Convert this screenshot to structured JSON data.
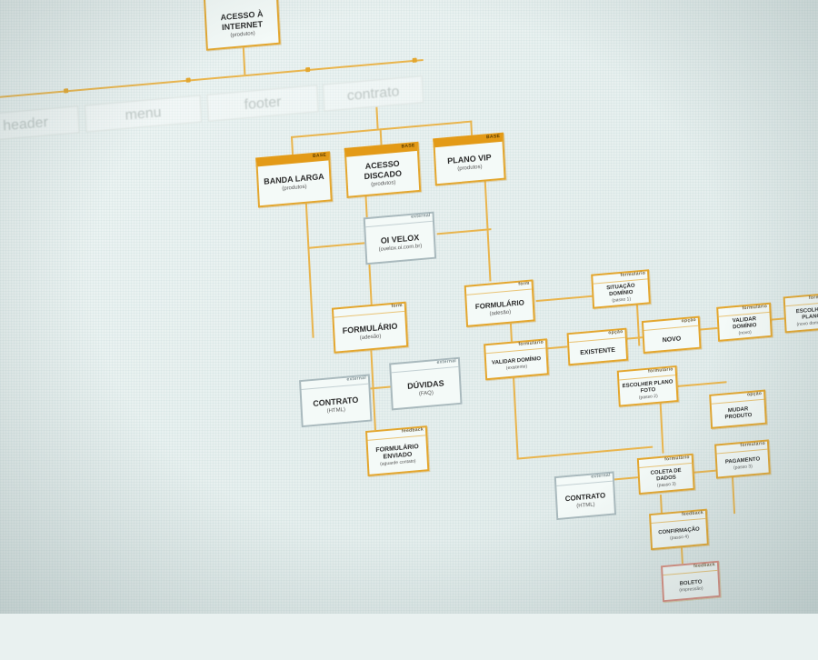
{
  "nav": [
    "header",
    "menu",
    "footer",
    "contrato"
  ],
  "nodes": {
    "acesso_internet": {
      "title": "ACESSO À INTERNET",
      "sub": "(produtos)"
    },
    "banda_larga": {
      "tag": "BASE",
      "title": "BANDA LARGA",
      "sub": "(produtos)"
    },
    "acesso_discado": {
      "tag": "BASE",
      "title": "ACESSO DISCADO",
      "sub": "(produtos)"
    },
    "plano_vip": {
      "tag": "BASE",
      "title": "PLANO VIP",
      "sub": "(produtos)"
    },
    "oi_velox": {
      "tag": "external",
      "title": "OI VELOX",
      "sub": "(ovelox.oi.com.br)"
    },
    "formulario_1": {
      "tag": "form",
      "title": "FORMULÁRIO",
      "sub": "(adesão)"
    },
    "formulario_2": {
      "tag": "form",
      "title": "FORMULÁRIO",
      "sub": "(adesão)"
    },
    "contrato_1": {
      "tag": "external",
      "title": "CONTRATO",
      "sub": "(HTML)"
    },
    "duvidas": {
      "tag": "external",
      "title": "DÚVIDAS",
      "sub": "(FAQ)"
    },
    "formulario_enviado": {
      "tag": "feedback",
      "title": "FORMULÁRIO ENVIADO",
      "sub": "(aguarde contato)"
    },
    "situacao_dominio": {
      "tag": "formulário",
      "title": "SITUAÇÃO DOMÍNIO",
      "sub": "(passo 1)"
    },
    "validar_dominio_1": {
      "tag": "formulário",
      "title": "VALIDAR DOMÍNIO",
      "sub": "(existente)"
    },
    "existente": {
      "tag": "opção",
      "title": "EXISTENTE",
      "sub": ""
    },
    "novo": {
      "tag": "opção",
      "title": "NOVO",
      "sub": ""
    },
    "validar_dominio_2": {
      "tag": "formulário",
      "title": "VALIDAR DOMÍNIO",
      "sub": "(novo)"
    },
    "escolher_plano": {
      "tag": "formulário",
      "title": "ESCOLHER PLANO",
      "sub": "(novo domínio)"
    },
    "escolher_plano_foto": {
      "tag": "formulário",
      "title": "ESCOLHER PLANO FOTO",
      "sub": "(passo 2)"
    },
    "mudar_produto": {
      "tag": "opção",
      "title": "MUDAR PRODUTO",
      "sub": ""
    },
    "contrato_2": {
      "tag": "external",
      "title": "CONTRATO",
      "sub": "(HTML)"
    },
    "coleta_dados": {
      "tag": "formulário",
      "title": "COLETA DE DADOS",
      "sub": "(passo 3)"
    },
    "pagamento": {
      "tag": "formulário",
      "title": "PAGAMENTO",
      "sub": "(passo 3)"
    },
    "confirmacao": {
      "tag": "feedback",
      "title": "CONFIRMAÇÃO",
      "sub": "(passo 4)"
    },
    "boleto": {
      "tag": "feedback",
      "title": "BOLETO",
      "sub": "(impressão)"
    }
  },
  "colors": {
    "accent": "#e3a62e",
    "accent_dark": "#e39a17",
    "external": "#a9b9bd",
    "alert": "#d98a7c"
  }
}
